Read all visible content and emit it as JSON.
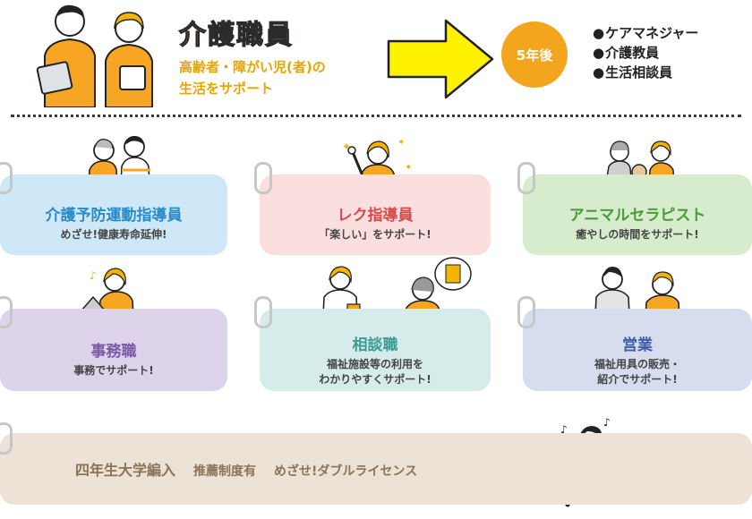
{
  "header": {
    "title": "介護職員",
    "subtitle_line1": "高齢者・障がい児(者)の",
    "subtitle_line2": "生活をサポート",
    "badge": "5年後",
    "careers": [
      "ケアマネジャー",
      "介護教員",
      "生活相談員"
    ]
  },
  "cards": [
    {
      "title": "介護予防運動指導員",
      "subtitle": "めざせ!健康寿命延伸!"
    },
    {
      "title": "レク指導員",
      "subtitle": "「楽しい」をサポート!"
    },
    {
      "title": "アニマルセラピスト",
      "subtitle": "癒やしの時間をサポート!"
    },
    {
      "title": "事務職",
      "subtitle": "事務でサポート!"
    },
    {
      "title": "相談職",
      "subtitle_line1": "福祉施設等の利用を",
      "subtitle_line2": "わかりやすくサポート!"
    },
    {
      "title": "営業",
      "subtitle_line1": "福祉用具の販売・",
      "subtitle_line2": "紹介でサポート!"
    }
  ],
  "bottom": {
    "item1": "四年生大学編入",
    "item2": "推薦制度有",
    "item3": "めざせ!ダブルライセンス"
  },
  "colors": {
    "accent_yellow": "#f3b400",
    "arrow_yellow": "#fff200",
    "badge_orange": "#f3a51d"
  }
}
